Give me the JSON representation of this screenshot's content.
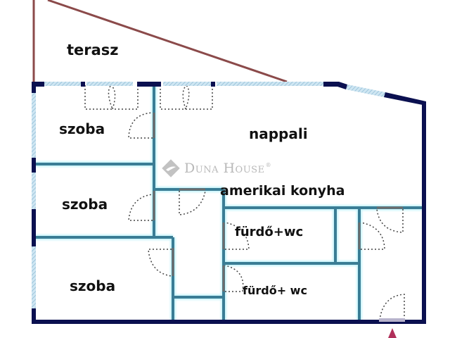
{
  "plan": {
    "rooms": {
      "terrace": "terasz",
      "bedroom1": "szoba",
      "bedroom2": "szoba",
      "bedroom3": "szoba",
      "living": "nappali",
      "kitchen": "amerikai konyha",
      "bath1": "fürdő+wc",
      "bath2": "fürdő+ wc"
    },
    "logo": {
      "text": "Duna House",
      "registered": "®"
    },
    "colors": {
      "outer_wall": "#0b1050",
      "inner_wall": "#3a7d95",
      "window": "#a9d3e8",
      "terrace_line": "#8b4a4a",
      "entrance_arrow": "#b0305a"
    }
  }
}
